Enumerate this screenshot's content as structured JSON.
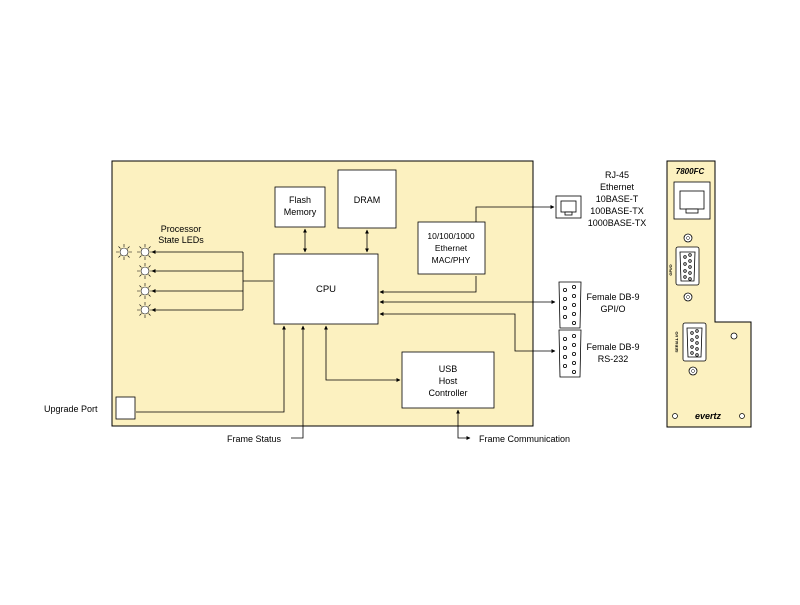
{
  "blocks": {
    "flash": [
      "Flash",
      "Memory"
    ],
    "dram": "DRAM",
    "ethernet_mac": [
      "10/100/1000",
      "Ethernet",
      "MAC/PHY"
    ],
    "cpu": "CPU",
    "usb": [
      "USB",
      "Host",
      "Controller"
    ]
  },
  "labels": {
    "processor_leds": [
      "Processor",
      "State LEDs"
    ],
    "upgrade_port": "Upgrade Port",
    "frame_status": "Frame Status",
    "frame_communication": "Frame Communication",
    "rj45": [
      "RJ-45",
      "Ethernet",
      "10BASE-T",
      "100BASE-TX",
      "1000BASE-TX"
    ],
    "gpio_port": [
      "Female DB-9",
      "GPI/O"
    ],
    "rs232_port": [
      "Female DB-9",
      "RS-232"
    ]
  },
  "panel": {
    "model": "7800FC",
    "gpio_tag": "GPI/O",
    "serial_tag": "SERIAL I/O",
    "brand": "evertz"
  },
  "colors": {
    "board_fill": "#fcf1c0",
    "line": "#000000"
  }
}
